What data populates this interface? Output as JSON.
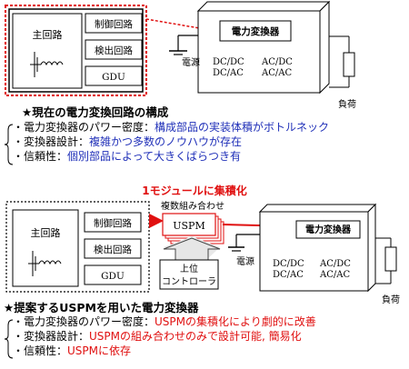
{
  "top": {
    "main_circuit": "主回路",
    "control_circuit": "制御回路",
    "detect_circuit": "検出回路",
    "gdu": "GDU",
    "converter": "電力変換器",
    "dc_dc": "DC/DC",
    "ac_dc": "AC/DC",
    "dc_ac": "DC/AC",
    "ac_ac": "AC/AC",
    "power_source": "電源",
    "load": "負荷",
    "heading": "★現在の電力変換回路の構成",
    "bullets": [
      {
        "key": "・電力変換器のパワー密度：",
        "value": "構成部品の実装体積がボトルネック"
      },
      {
        "key": "・変換器設計：",
        "value": "複雑かつ多数のノウハウが存在"
      },
      {
        "key": "・信頼性：",
        "value": "個別部品によって大きくばらつき有"
      }
    ]
  },
  "bottom": {
    "integration_label": "1モジュールに集積化",
    "multi_combo": "複数組み合わせ",
    "uspm": "USPM",
    "upper_controller_line1": "上位",
    "upper_controller_line2": "コントローラ",
    "main_circuit": "主回路",
    "control_circuit": "制御回路",
    "detect_circuit": "検出回路",
    "gdu": "GDU",
    "converter": "電力変換器",
    "dc_dc": "DC/DC",
    "ac_dc": "AC/DC",
    "dc_ac": "DC/AC",
    "ac_ac": "AC/AC",
    "power_source": "電源",
    "load": "負荷",
    "heading": "★提案するUSPMを用いた電力変換器",
    "bullets": [
      {
        "key": "・電力変換器のパワー密度：",
        "value": "USPMの集積化により劇的に改善"
      },
      {
        "key": "・変換器設計：",
        "value": "USPMの組み合わせのみで設計可能, 簡易化"
      },
      {
        "key": "・信頼性：",
        "value": "USPMに依存"
      }
    ]
  },
  "colors": {
    "red": "#e01010",
    "blue": "#1f2fb8",
    "black": "#000000"
  }
}
